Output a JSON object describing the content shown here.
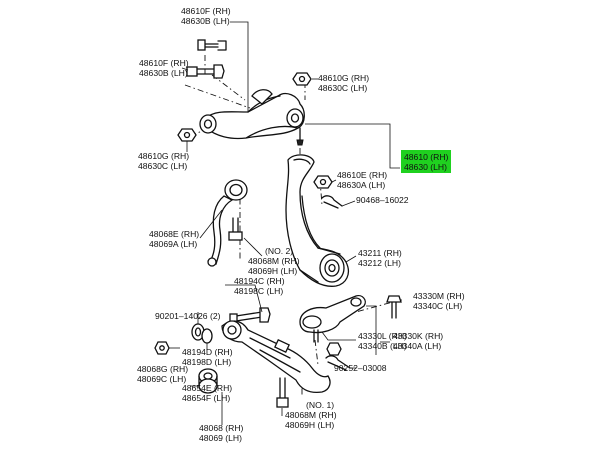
{
  "labels": {
    "l01": [
      "48610F (RH)",
      "48630B (LH)"
    ],
    "l02": [
      "48610F (RH)",
      "48630B (LH)"
    ],
    "l03": [
      "48610G (RH)",
      "48630C (LH)"
    ],
    "l04": [
      "48610G (RH)",
      "48630C (LH)"
    ],
    "l05": [
      "48610 (RH)",
      "48630 (LH)"
    ],
    "l06": [
      "48610E (RH)",
      "48630A (LH)"
    ],
    "l07": [
      "90468–16022"
    ],
    "l08": [
      "48068E (RH)",
      "48069A (LH)"
    ],
    "l09": [
      "(NO. 2)",
      "48068M (RH)",
      "48069H (LH)"
    ],
    "l10": [
      "43211 (RH)",
      "43212 (LH)"
    ],
    "l11": [
      "48194C (RH)",
      "48198C (LH)"
    ],
    "l12": [
      "43330M (RH)",
      "43340C (LH)"
    ],
    "l13": [
      "90201–14026 (2)"
    ],
    "l14": [
      "43330L (RH)",
      "43340B (LH)"
    ],
    "l15": [
      "43330K (RH)",
      "43340A (LH)"
    ],
    "l16": [
      "48068G (RH)",
      "48069C (LH)"
    ],
    "l17": [
      "48194D (RH)",
      "48198D (LH)"
    ],
    "l18": [
      "48654E (RH)",
      "48654F (LH)"
    ],
    "l19": [
      "90252–03008"
    ],
    "l20": [
      "(NO. 1)",
      "48068M (RH)",
      "48069H (LH)"
    ],
    "l21": [
      "48068 (RH)",
      "48069 (LH)"
    ]
  },
  "highlight_color": "#1fd11f"
}
